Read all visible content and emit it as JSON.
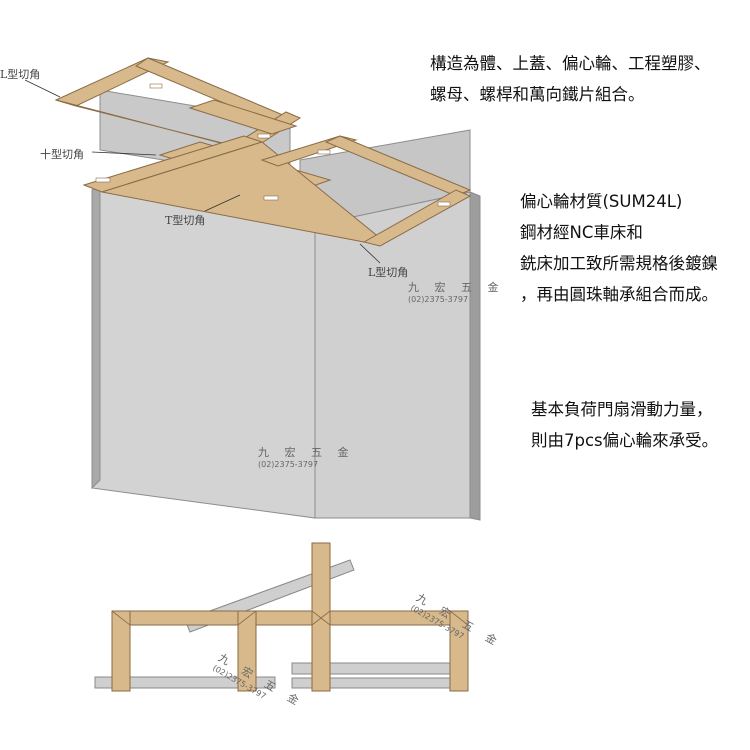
{
  "description": {
    "para1": [
      "構造為體、上蓋、偏心輪、工程塑膠、",
      "螺母、螺桿和萬向鐵片組合。"
    ],
    "para2": [
      "偏心輪材質(SUM24L)",
      "鋼材經NC車床和",
      "銑床加工致所需規格後鍍鎳",
      "，再由圓珠軸承組合而成。"
    ],
    "para3": [
      "基本負荷門扇滑動力量，",
      "則由7pcs偏心輪來承受。"
    ]
  },
  "labels": {
    "l_corner_top": "L型切角",
    "cross_corner": "十型切角",
    "t_corner": "T型切角",
    "l_corner_right": "L型切角"
  },
  "watermark": {
    "name": "九 宏 五 金",
    "phone": "(02)2375-3797"
  },
  "colors": {
    "wood": "#d8b98c",
    "wood_dark": "#a88760",
    "panel": "#cfcfcf",
    "panel_side": "#9d9d9d",
    "rail": "#c4c4c4"
  }
}
